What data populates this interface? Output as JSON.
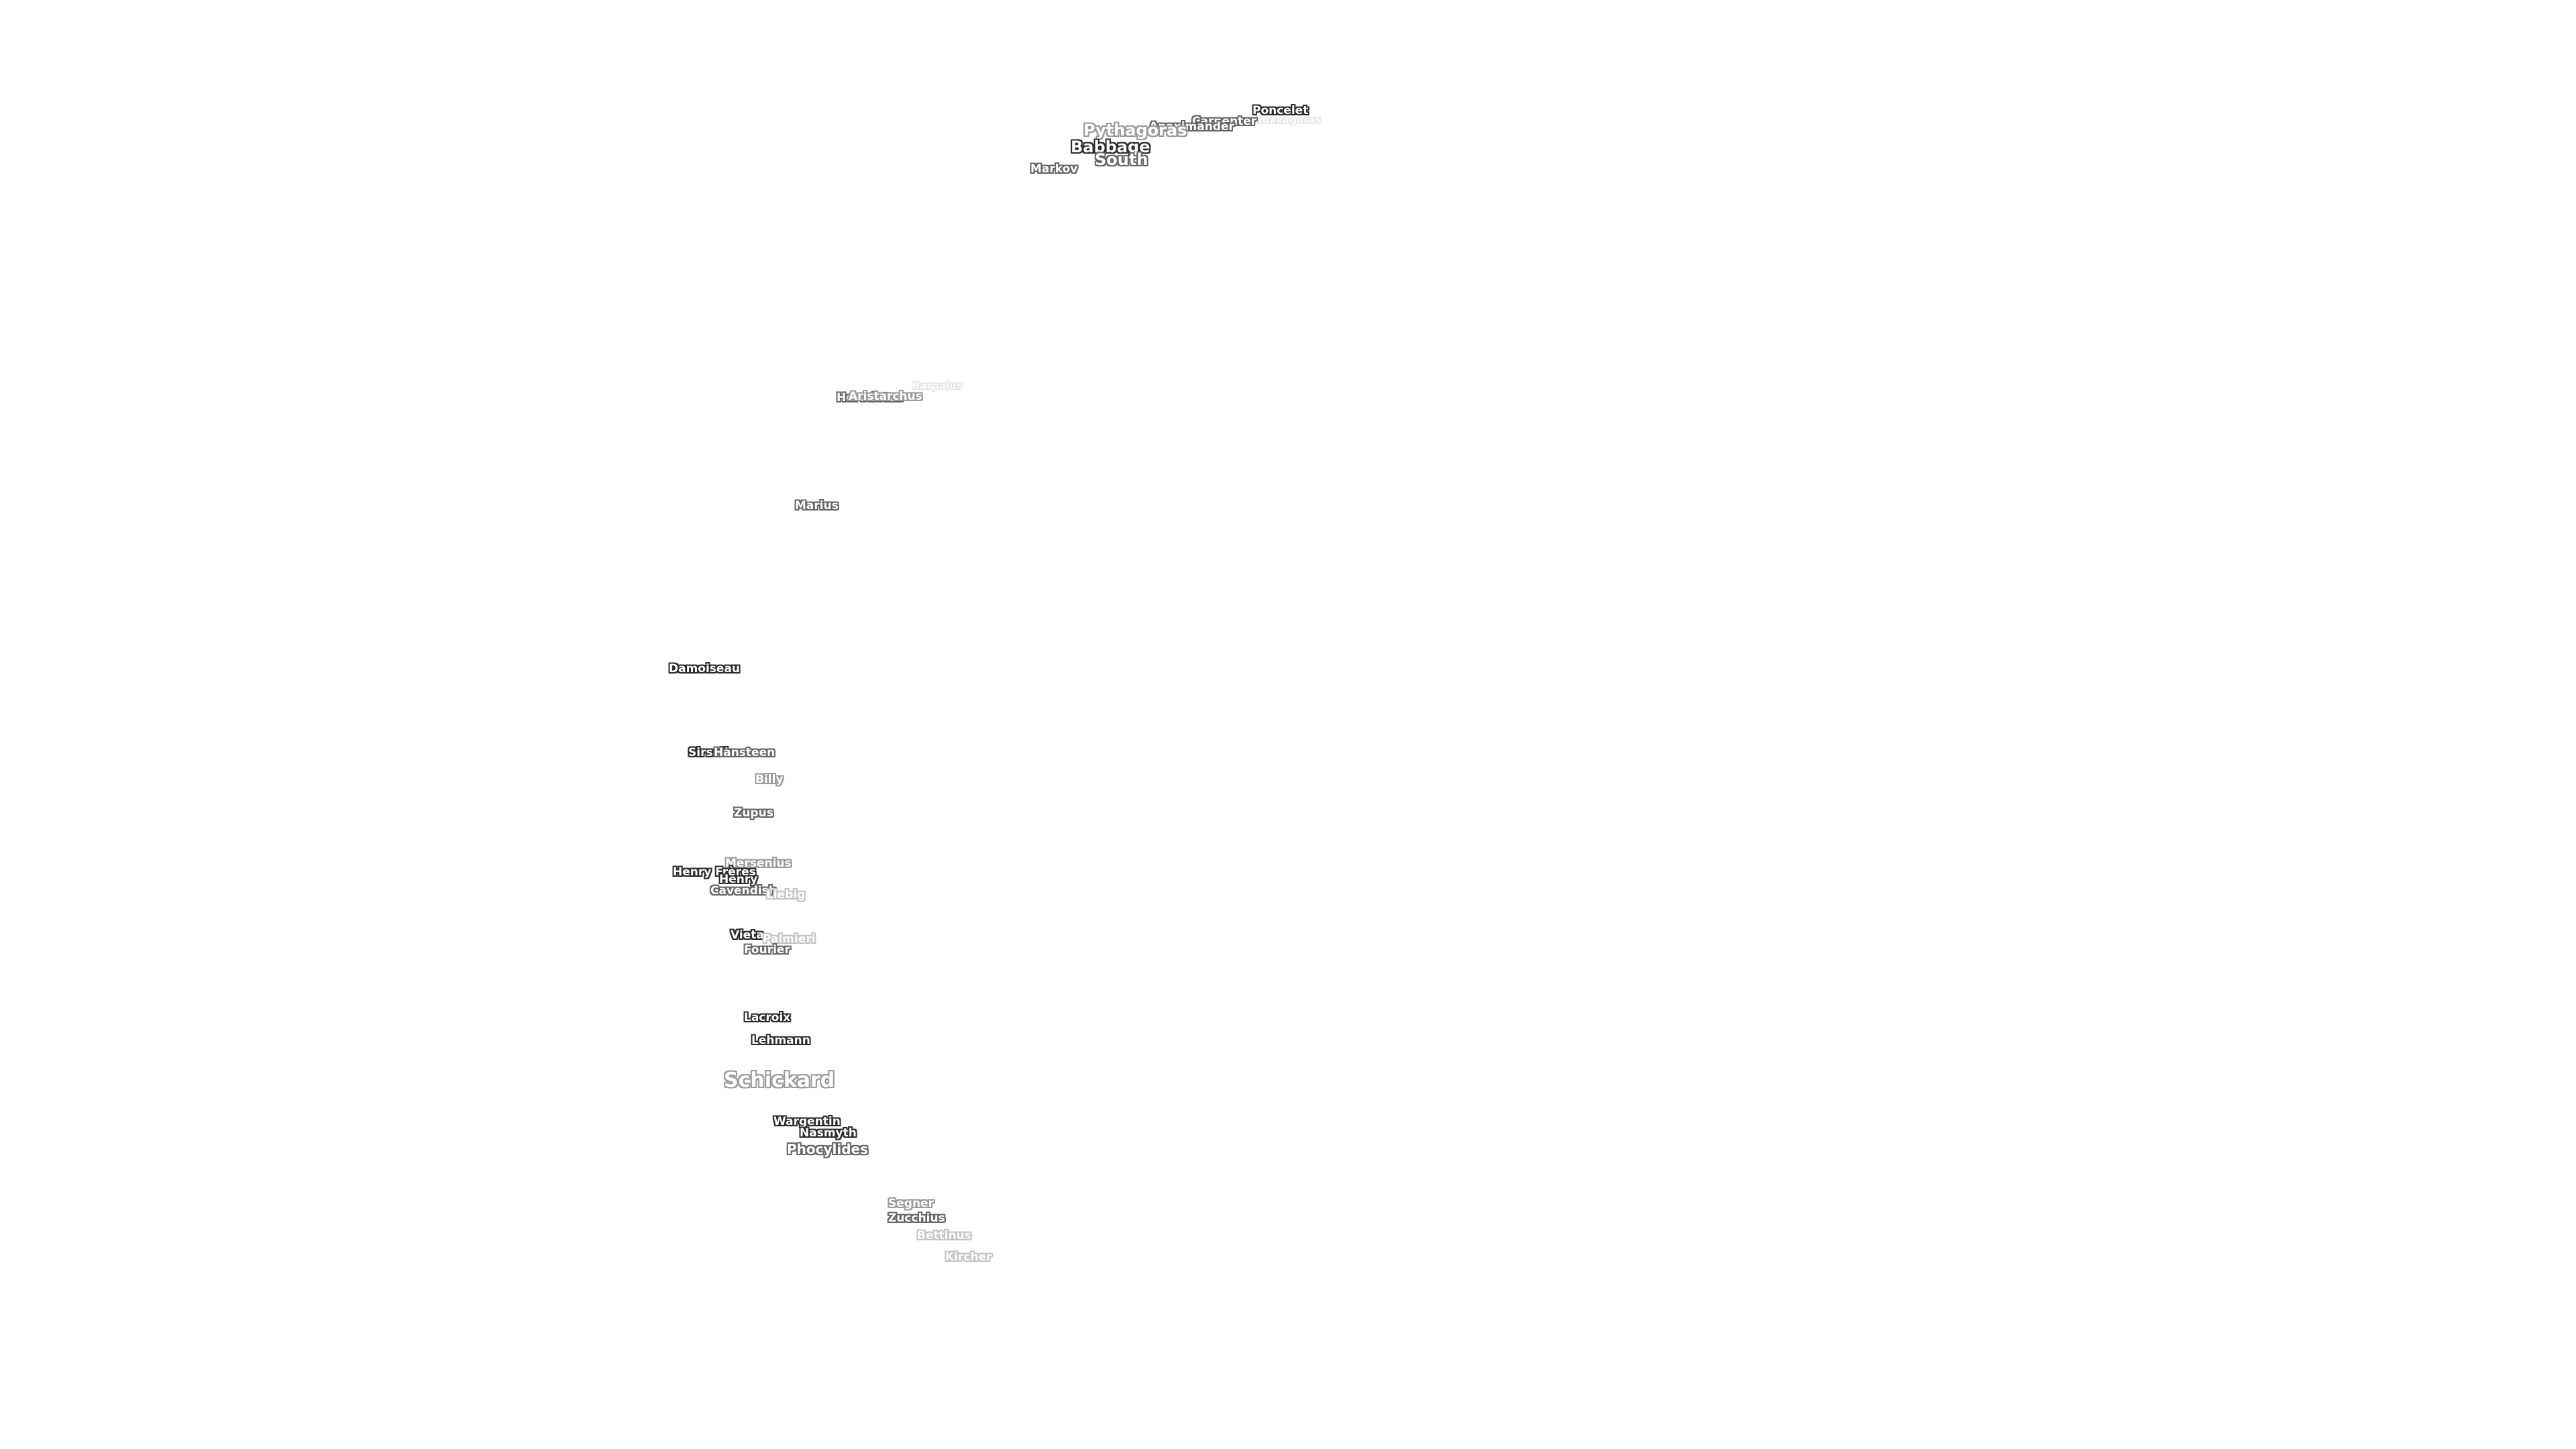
{
  "map": {
    "labels": [
      {
        "id": "poncelet",
        "text": "Poncelet"
      },
      {
        "id": "faint-ne",
        "text": "Anaxagoras"
      },
      {
        "id": "carpenter",
        "text": "Carpenter"
      },
      {
        "id": "anaximander",
        "text": "Anaximander"
      },
      {
        "id": "pythagoras",
        "text": "Pythagoras"
      },
      {
        "id": "babbage",
        "text": "Babbage"
      },
      {
        "id": "south",
        "text": "South"
      },
      {
        "id": "markov",
        "text": "Markov"
      },
      {
        "id": "faint-mid",
        "text": "Harpalus"
      },
      {
        "id": "herodotus",
        "text": "Herodotus"
      },
      {
        "id": "harbinger",
        "text": "Aristarchus"
      },
      {
        "id": "marius",
        "text": "Marius"
      },
      {
        "id": "damoiseau",
        "text": "Damoiseau"
      },
      {
        "id": "sirsalis",
        "text": "Sirsalis"
      },
      {
        "id": "hansteen",
        "text": "Hansteen"
      },
      {
        "id": "billy",
        "text": "Billy"
      },
      {
        "id": "zupus",
        "text": "Zupus"
      },
      {
        "id": "mersenius",
        "text": "Mersenius"
      },
      {
        "id": "henry-freres",
        "text": "Henry Frères"
      },
      {
        "id": "henry",
        "text": "Henry"
      },
      {
        "id": "cavendish",
        "text": "Cavendish"
      },
      {
        "id": "liebig",
        "text": "Liebig"
      },
      {
        "id": "vieta",
        "text": "Vieta"
      },
      {
        "id": "palmieri",
        "text": "Palmieri"
      },
      {
        "id": "fourier",
        "text": "Fourier"
      },
      {
        "id": "lacroix",
        "text": "Lacroix"
      },
      {
        "id": "lehmann",
        "text": "Lehmann"
      },
      {
        "id": "schickard",
        "text": "Schickard"
      },
      {
        "id": "wargentin",
        "text": "Wargentin"
      },
      {
        "id": "nasmyth",
        "text": "Nasmyth"
      },
      {
        "id": "phocylides",
        "text": "Phocylides"
      },
      {
        "id": "segner",
        "text": "Segner"
      },
      {
        "id": "zucchius",
        "text": "Zucchius"
      },
      {
        "id": "bettinus",
        "text": "Bettinus"
      },
      {
        "id": "kircher",
        "text": "Kircher"
      }
    ]
  }
}
